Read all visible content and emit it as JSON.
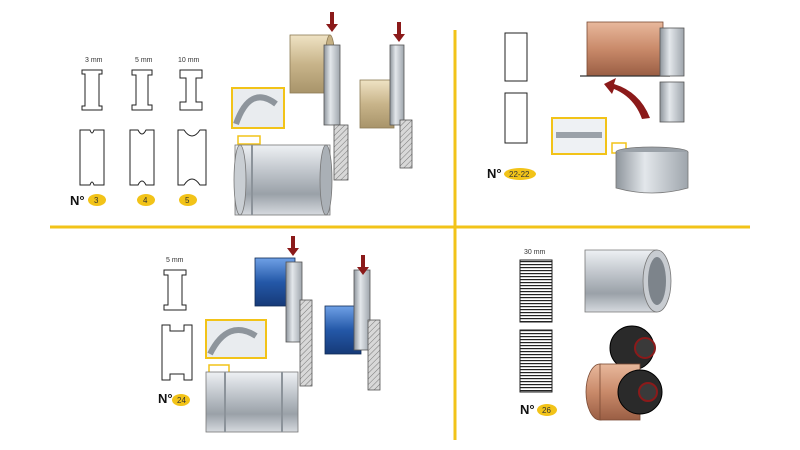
{
  "colors": {
    "divider": "#f2c318",
    "badge": "#f2c318",
    "arrow": "#8b1a1a",
    "silver": "#b7bcc2",
    "bronze": "#c9b58a",
    "copper": "#c98a6a",
    "blue": "#2458a8"
  },
  "panel_top_left": {
    "sizes": [
      "3 mm",
      "5 mm",
      "10 mm"
    ],
    "number_label": "N°",
    "badges": [
      "3",
      "4",
      "5"
    ]
  },
  "panel_top_right": {
    "number_label": "N°",
    "badge": "22-22"
  },
  "panel_bottom_left": {
    "size": "5 mm",
    "number_label": "N°",
    "badge": "24"
  },
  "panel_bottom_right": {
    "size": "30 mm",
    "number_label": "N°",
    "badge": "26"
  }
}
